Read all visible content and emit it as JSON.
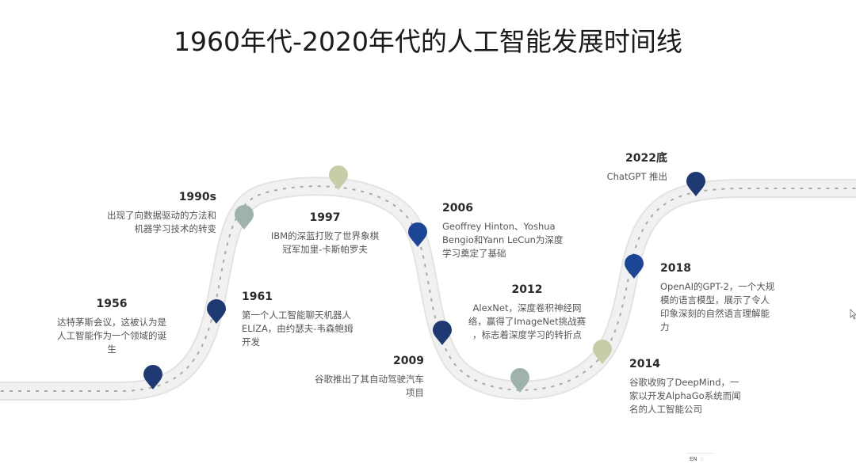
{
  "title": "1960年代-2020年代的人工智能发展时间线",
  "colors": {
    "road": "#efefef",
    "road_dash": "#a8a8a8",
    "pin_navy": "#1f3a73",
    "pin_blue": "#1d4596",
    "pin_sage": "#9fb3ad",
    "pin_olive": "#c7cda8"
  },
  "events": [
    {
      "year": "1956",
      "text": "达特茅斯会议，这被认为是\n人工智能作为一个领域的诞\n生",
      "pin": "navy"
    },
    {
      "year": "1961",
      "text": "第一个人工智能聊天机器人\nELIZA，由约瑟夫-韦森鲍姆\n开发",
      "pin": "navy"
    },
    {
      "year": "1990s",
      "text": "出现了向数据驱动的方法和\n机器学习技术的转变",
      "pin": "sage"
    },
    {
      "year": "1997",
      "text": "IBM的深蓝打败了世界象棋\n冠军加里-卡斯帕罗夫",
      "pin": "olive"
    },
    {
      "year": "2006",
      "text": "Geoffrey Hinton、Yoshua\nBengio和Yann LeCun为深度\n学习奠定了基础",
      "pin": "blue"
    },
    {
      "year": "2009",
      "text": "谷歌推出了其自动驾驶汽车\n项目",
      "pin": "navy"
    },
    {
      "year": "2012",
      "text": "AlexNet，深度卷积神经网\n络，赢得了ImageNet挑战赛\n，标志着深度学习的转折点",
      "pin": "sage"
    },
    {
      "year": "2014",
      "text": "谷歌收购了DeepMind，一\n家以开发AlphaGo系统而闻\n名的人工智能公司",
      "pin": "olive"
    },
    {
      "year": "2018",
      "text": "OpenAI的GPT-2，一个大规\n模的语言模型，展示了令人\n印象深刻的自然语言理解能\n力",
      "pin": "blue"
    },
    {
      "year": "2022底",
      "text": "ChatGPT 推出",
      "pin": "navy"
    }
  ],
  "taskbar": {
    "lang": "EN"
  }
}
